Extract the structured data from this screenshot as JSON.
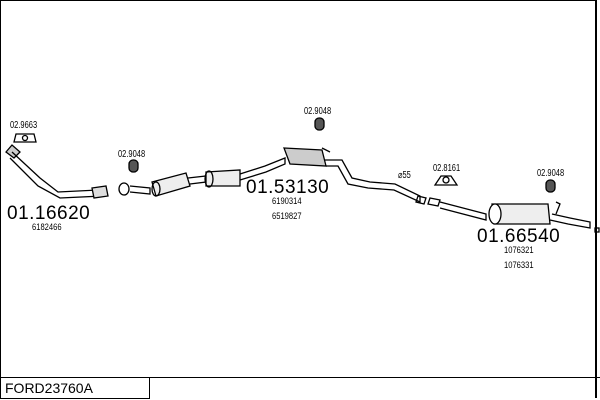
{
  "title": "FORD23760A",
  "parts": [
    {
      "number": "01.16620",
      "refs": [
        "6182466"
      ]
    },
    {
      "number": "01.53130",
      "refs": [
        "6190314",
        "6519827"
      ]
    },
    {
      "number": "01.66540",
      "refs": [
        "1076321",
        "1076331"
      ]
    }
  ],
  "clips": [
    "02.9663",
    "02.9048",
    "02.9048",
    "02.8161",
    "02.9048"
  ],
  "diameter_label": "⌀55"
}
